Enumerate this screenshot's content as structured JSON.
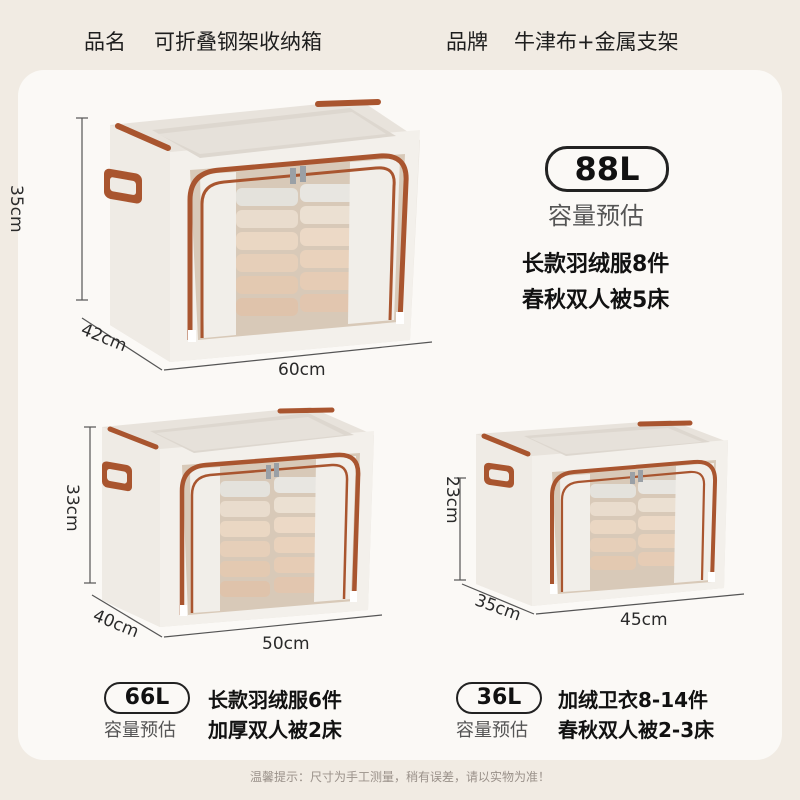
{
  "header": {
    "name_label": "品名",
    "name_value": "可折叠钢架收纳箱",
    "brand_label": "品牌",
    "brand_value": "牛津布+金属支架"
  },
  "box88": {
    "height": "35cm",
    "depth": "42cm",
    "width": "60cm",
    "capacity": "88L",
    "capacity_label": "容量预估",
    "line1": "长款羽绒服8件",
    "line2": "春秋双人被5床"
  },
  "box66": {
    "height": "33cm",
    "depth": "40cm",
    "width": "50cm",
    "capacity": "66L",
    "capacity_label": "容量预估",
    "line1": "长款羽绒服6件",
    "line2": "加厚双人被2床"
  },
  "box36": {
    "height": "23cm",
    "depth": "35cm",
    "width": "45cm",
    "capacity": "36L",
    "capacity_label": "容量预估",
    "line1": "加绒卫衣8-14件",
    "line2": "春秋双人被2-3床"
  },
  "footer": {
    "note": "温馨提示：尺寸为手工测量，稍有误差，请以实物为准！"
  },
  "colors": {
    "background": "#f1ebe3",
    "panel": "#fbf9f6",
    "box_body": "#ece8e1",
    "trim": "#a9552f",
    "clothes": "#ead7c3"
  }
}
